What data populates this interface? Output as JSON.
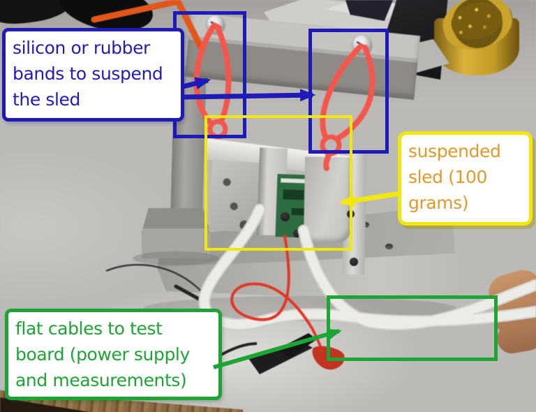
{
  "annotations": {
    "bands_note": {
      "label": "silicon or rubber bands to suspend the sled"
    },
    "sled_note": {
      "label": "suspended sled (100 grams)"
    },
    "cables_note": {
      "label": "flat cables to test board (power supply and measurements)"
    }
  },
  "colors": {
    "annotation_blue": "#1d1ab8",
    "annotation_blue_text": "#221cb4",
    "annotation_yellow": "#f2e70a",
    "annotation_yellow_text": "#e2992b",
    "annotation_green": "#1ca434",
    "annotation_green_text": "#1ca434",
    "band_pink": "#f4564c",
    "note_background": "#ffffff"
  }
}
